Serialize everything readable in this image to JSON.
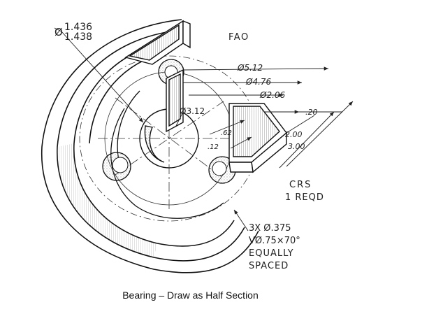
{
  "labels": {
    "bore_dia_max": "1.436",
    "bore_dia_min": "1.438",
    "bore_dia_prefix": "Ø",
    "finish": "FAO",
    "dia_outer": "Ø5.12",
    "dia_mid": "Ø4.76",
    "dia_inner": "Ø2.06",
    "dia_bolt_circle": "Ø3.12",
    "dim_20": ".20",
    "dim_62": ".62",
    "dim_12": ".12",
    "dim_200": "2.00",
    "dim_300": "3.00",
    "material": "CRS",
    "quantity": "1 REQD",
    "holes_line1": "3X Ø.375",
    "holes_line2": "VØ.75×70°",
    "holes_line3": "EQUALLY",
    "holes_line4": "SPACED"
  },
  "caption": "Bearing – Draw as Half Section"
}
